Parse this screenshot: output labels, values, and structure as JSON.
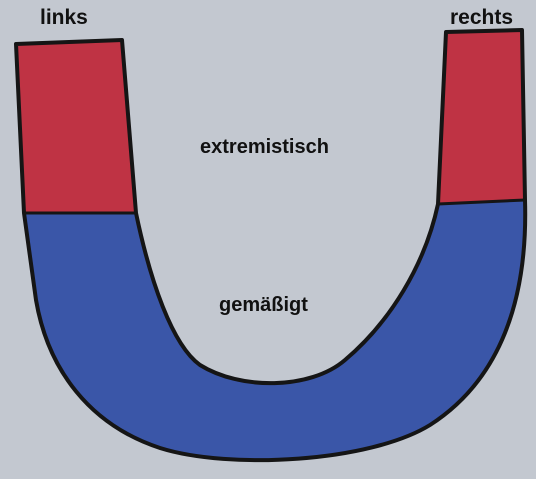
{
  "labels": {
    "left": "links",
    "right": "rechts",
    "top": "extremistisch",
    "bottom": "gemäßigt"
  },
  "colors": {
    "background": "#c3c8d0",
    "pole_red": "#bf3344",
    "base_blue": "#3a56a8",
    "outline": "#151515"
  }
}
